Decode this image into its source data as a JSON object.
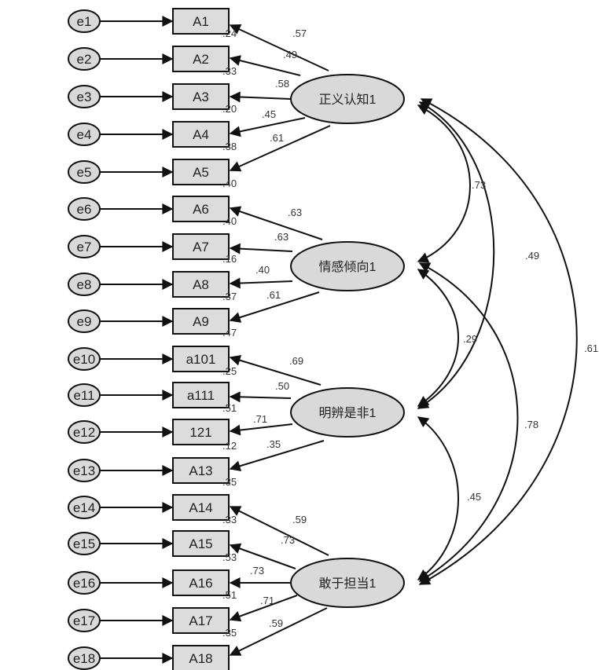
{
  "errors": [
    "e1",
    "e2",
    "e3",
    "e4",
    "e5",
    "e6",
    "e7",
    "e8",
    "e9",
    "e10",
    "e11",
    "e12",
    "e13",
    "e14",
    "e15",
    "e16",
    "e17",
    "e18"
  ],
  "observed": [
    "A1",
    "A2",
    "A3",
    "A4",
    "A5",
    "A6",
    "A7",
    "A8",
    "A9",
    "a101",
    "a111",
    "121",
    "A13",
    "A14",
    "A15",
    "A16",
    "A17",
    "A18"
  ],
  "r_squared": [
    ".24",
    ".33",
    ".20",
    ".38",
    ".40",
    ".40",
    ".16",
    ".37",
    ".47",
    ".25",
    ".51",
    ".12",
    ".35",
    ".33",
    ".53",
    ".51",
    ".35"
  ],
  "factors": [
    {
      "name": "正义认知1",
      "indicators": [
        0,
        1,
        2,
        3,
        4
      ],
      "loadings": [
        ".57",
        ".49",
        ".58",
        ".45",
        ".61"
      ]
    },
    {
      "name": "情感倾向1",
      "indicators": [
        5,
        6,
        7,
        8
      ],
      "loadings": [
        ".63",
        ".63",
        ".40",
        ".61"
      ]
    },
    {
      "name": "明辨是非1",
      "indicators": [
        9,
        10,
        11,
        12
      ],
      "loadings": [
        ".69",
        ".50",
        ".71",
        ".35"
      ]
    },
    {
      "name": "敢于担当1",
      "indicators": [
        13,
        14,
        15,
        16,
        17
      ],
      "loadings": [
        ".59",
        ".73",
        ".73",
        ".71",
        ".59"
      ]
    }
  ],
  "covariances": [
    {
      "from": 0,
      "to": 1,
      "value": ".73"
    },
    {
      "from": 0,
      "to": 2,
      "value": ".49"
    },
    {
      "from": 0,
      "to": 3,
      "value": ".61"
    },
    {
      "from": 1,
      "to": 2,
      "value": ".29"
    },
    {
      "from": 1,
      "to": 3,
      "value": ".78"
    },
    {
      "from": 2,
      "to": 3,
      "value": ".45"
    }
  ]
}
